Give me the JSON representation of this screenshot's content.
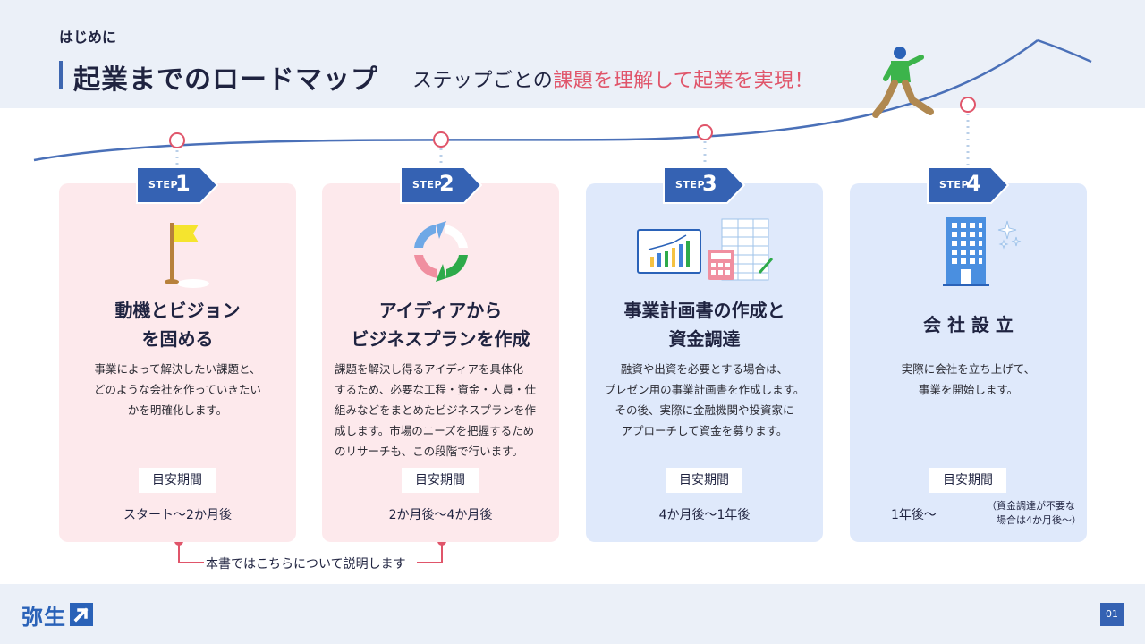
{
  "header": {
    "section_label": "はじめに",
    "title": "起業までのロードマップ",
    "subtitle_prefix": "ステップごとの",
    "subtitle_highlight": "課題を理解して起業を実現！"
  },
  "colors": {
    "accent_pink": "#e0556a",
    "accent_blue": "#3d66b0",
    "card_pink": "#fde9ec",
    "card_blue": "#dfe9fb",
    "step_tag": "#3562b3"
  },
  "steps": [
    {
      "label": "STEP",
      "number": "1",
      "icon": "flag-icon",
      "title_lines": [
        "動機とビジョン",
        "を固める"
      ],
      "desc_lines": [
        "事業によって解決したい課題と、",
        "どのような会社を作っていきたい",
        "かを明確化します。"
      ],
      "period_label": "目安期間",
      "period_value": "スタート〜2か月後"
    },
    {
      "label": "STEP",
      "number": "2",
      "icon": "cycle-arrows-icon",
      "title_lines": [
        "アイディアから",
        "ビジネスプランを作成"
      ],
      "desc_lines": [
        "課題を解決し得るアイディアを具体化",
        "するため、必要な工程・資金・人員・仕",
        "組みなどをまとめたビジネスプランを作",
        "成します。市場のニーズを把握するため",
        "のリサーチも、この段階で行います。"
      ],
      "period_label": "目安期間",
      "period_value": "2か月後〜4か月後"
    },
    {
      "label": "STEP",
      "number": "3",
      "icon": "chart-document-calculator-icon",
      "title_lines": [
        "事業計画書の作成と",
        "資金調達"
      ],
      "desc_lines": [
        "融資や出資を必要とする場合は、",
        "プレゼン用の事業計画書を作成します。",
        "その後、実際に金融機関や投資家に",
        "アプローチして資金を募ります。"
      ],
      "period_label": "目安期間",
      "period_value": "4か月後〜1年後"
    },
    {
      "label": "STEP",
      "number": "4",
      "icon": "office-building-icon",
      "title_lines": [
        "会 社 設 立"
      ],
      "desc_lines": [
        "実際に会社を立ち上げて、",
        "事業を開始します。"
      ],
      "period_label": "目安期間",
      "period_value": "1年後〜",
      "period_note_lines": [
        "（資金調達が不要な",
        "　場合は4か月後〜）"
      ]
    }
  ],
  "bracket_text": "本書ではこちらについて説明します",
  "footer": {
    "logo_text": "弥生",
    "page_number": "01"
  }
}
